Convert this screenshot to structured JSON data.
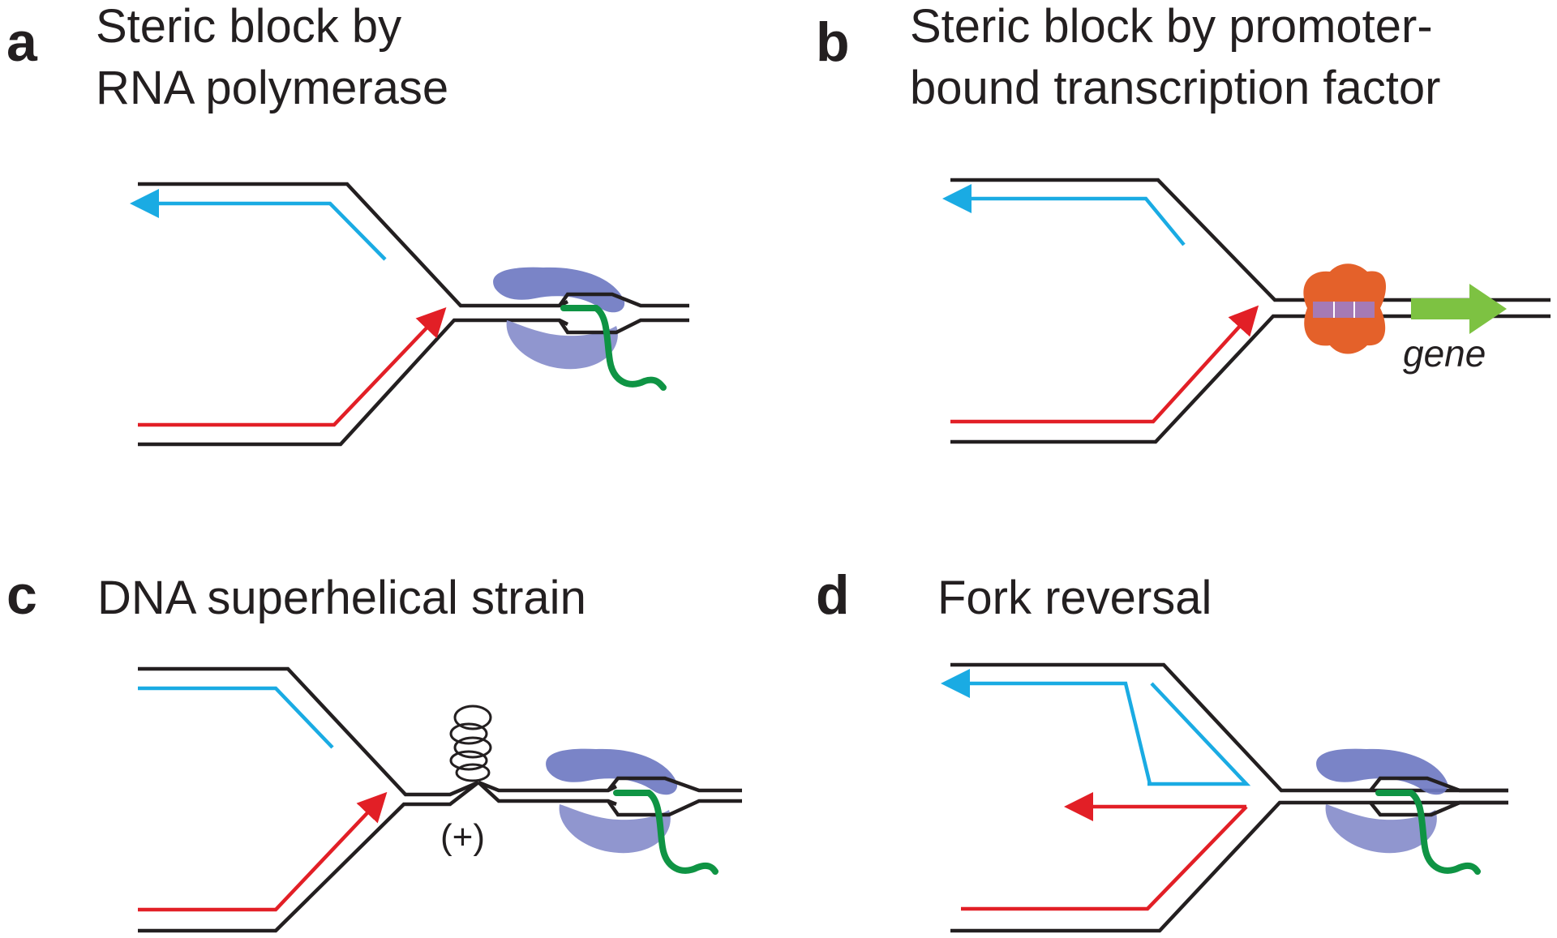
{
  "panels": [
    {
      "letter": "a",
      "title_line1": "Steric block by",
      "title_line2": "RNA polymerase"
    },
    {
      "letter": "b",
      "title_line1": "Steric block by promoter-",
      "title_line2": "bound transcription factor"
    },
    {
      "letter": "c",
      "title_line1": "DNA superhelical strain",
      "title_line2": ""
    },
    {
      "letter": "d",
      "title_line1": "Fork reversal",
      "title_line2": ""
    }
  ],
  "labels": {
    "gene": "gene",
    "supercoil": "(+)"
  },
  "colors": {
    "dna": "#231f20",
    "leading_strand": "#e21f26",
    "lagging_strand": "#1aabe3",
    "rna_transcript": "#0f9444",
    "rna_polymerase": "#6f7ac2",
    "transcription_factor": "#e4612a",
    "gene_arrow": "#7dc242",
    "promoter_dna": "#a57ab5"
  }
}
